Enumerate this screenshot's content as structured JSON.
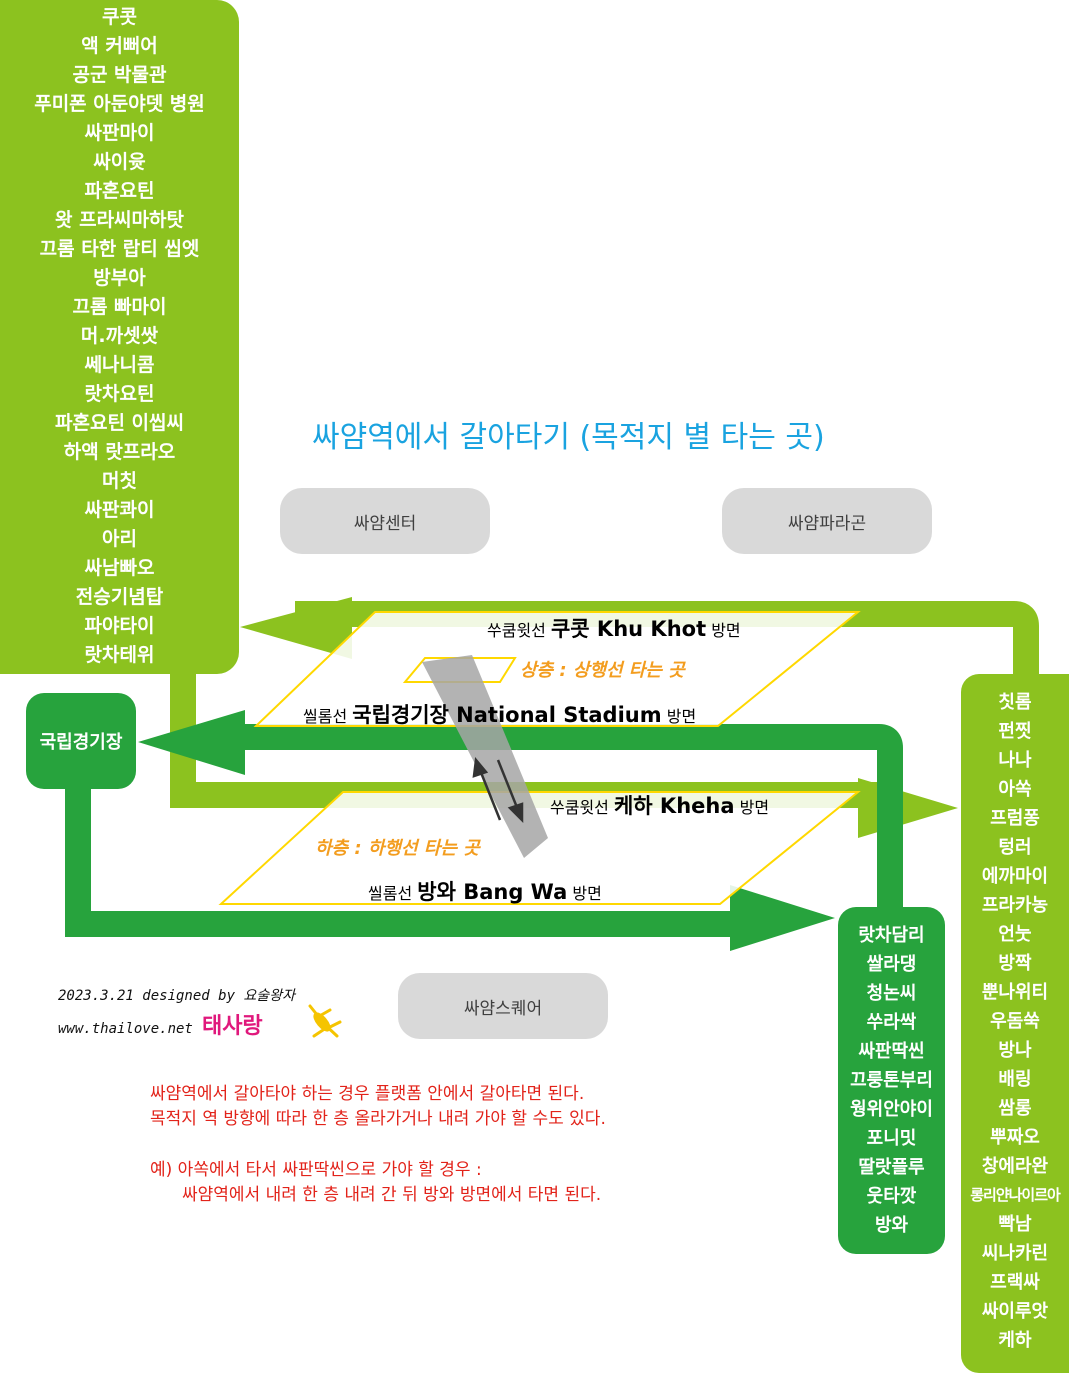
{
  "title": "싸얌역에서 갈아타기 (목적지 별 타는 곳)",
  "landmarks": [
    "싸얌센터",
    "싸얌파라곤",
    "싸얌스퀘어"
  ],
  "sukhumvit_north_stations": [
    "쿠콧",
    "액 커뻐어",
    "공군 박물관",
    "푸미폰 아둔야뎃 병원",
    "싸판마이",
    "싸이윳",
    "파혼요틴",
    "왓 프라씨마하탓",
    "끄롬 타한 랍티 씹엣",
    "방부아",
    "끄롬 빠마이",
    "머.까셋쌋",
    "쎄나니콤",
    "랏차요틴",
    "파혼요틴 이씹씨",
    "하액 랏프라오",
    "머칫",
    "싸판콰이",
    "아리",
    "싸남빠오",
    "전승기념탑",
    "파야타이",
    "랏차테위"
  ],
  "national_stadium_box": "국립경기장",
  "sukhumvit_south_stations": [
    "칫롬",
    "펀찟",
    "나나",
    "아쏙",
    "프럼퐁",
    "텅러",
    "에까마이",
    "프라카농",
    "언눗",
    "방짝",
    "뿐나위티",
    "우돔쑥",
    "방나",
    "배링",
    "쌈롱",
    "뿌짜오",
    "창에라완",
    "롱리얀나이르아",
    "빡남",
    "씨나카린",
    "프랙싸",
    "싸이루앗",
    "케하"
  ],
  "silom_south_stations": [
    "랏차담리",
    "쌀라댕",
    "청논씨",
    "쑤라싹",
    "싸판딱씬",
    "끄룽톤부리",
    "웡위안야이",
    "포니밋",
    "딸랏플루",
    "웃타깟",
    "방와"
  ],
  "platforms": {
    "upper_label": "상층 : 상행선 타는 곳",
    "lower_label": "하층 : 하행선 타는 곳",
    "khukhot": {
      "line": "쑤쿰윗선",
      "dest": "쿠콧 Khu Khot",
      "suffix": "방면"
    },
    "stadium": {
      "line": "씰롬선",
      "dest": "국립경기장 National Stadium",
      "suffix": "방면"
    },
    "kheha": {
      "line": "쑤쿰윗선",
      "dest": "케하 Kheha",
      "suffix": "방면"
    },
    "bangwa": {
      "line": "씰롬선",
      "dest": "방와 Bang Wa",
      "suffix": "방면"
    }
  },
  "credit": {
    "line1": "2023.3.21 designed by 요술왕자",
    "line2": "www.thailove.net",
    "brand": "태사랑"
  },
  "notes": {
    "line1": "싸얌역에서 갈아타야 하는 경우 플랫폼 안에서 갈아타면 된다.",
    "line2": "목적지 역 방향에 따라 한 층 올라가거나 내려 가야 할 수도 있다.",
    "line3": "예) 아쏙에서 타서 싸판딱씬으로 가야 할 경우 :",
    "line4": "싸얌역에서 내려 한 층 내려 간 뒤 방와 방면에서 타면 된다."
  },
  "colors": {
    "sukhumvit": "#8cc21f",
    "silom": "#27a33d",
    "title": "#1aa3e0",
    "note": "#e2231a",
    "platform_outline": "#ffd800",
    "floor_label": "#f39d1f",
    "landmark": "#d9d9d9",
    "brand": "#e0187c"
  },
  "icons": [
    "stair-arrows-icon",
    "gecko-icon"
  ]
}
